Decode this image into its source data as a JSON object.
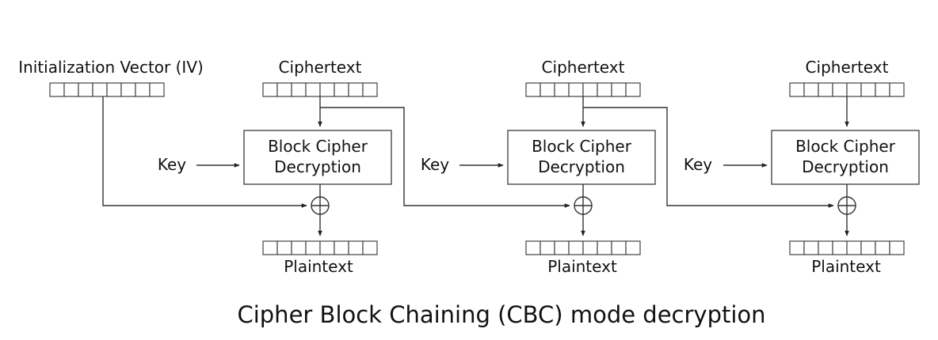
{
  "iv": {
    "label": "Initialization Vector (IV)",
    "cells": 8
  },
  "stages": [
    {
      "ciphertext_label": "Ciphertext",
      "cipher_line1": "Block Cipher",
      "cipher_line2": "Decryption",
      "key_label": "Key",
      "plaintext_label": "Plaintext"
    },
    {
      "ciphertext_label": "Ciphertext",
      "cipher_line1": "Block Cipher",
      "cipher_line2": "Decryption",
      "key_label": "Key",
      "plaintext_label": "Plaintext"
    },
    {
      "ciphertext_label": "Ciphertext",
      "cipher_line1": "Block Cipher",
      "cipher_line2": "Decryption",
      "key_label": "Key",
      "plaintext_label": "Plaintext"
    }
  ],
  "block_cells": 8,
  "caption": "Cipher Block Chaining (CBC) mode decryption"
}
